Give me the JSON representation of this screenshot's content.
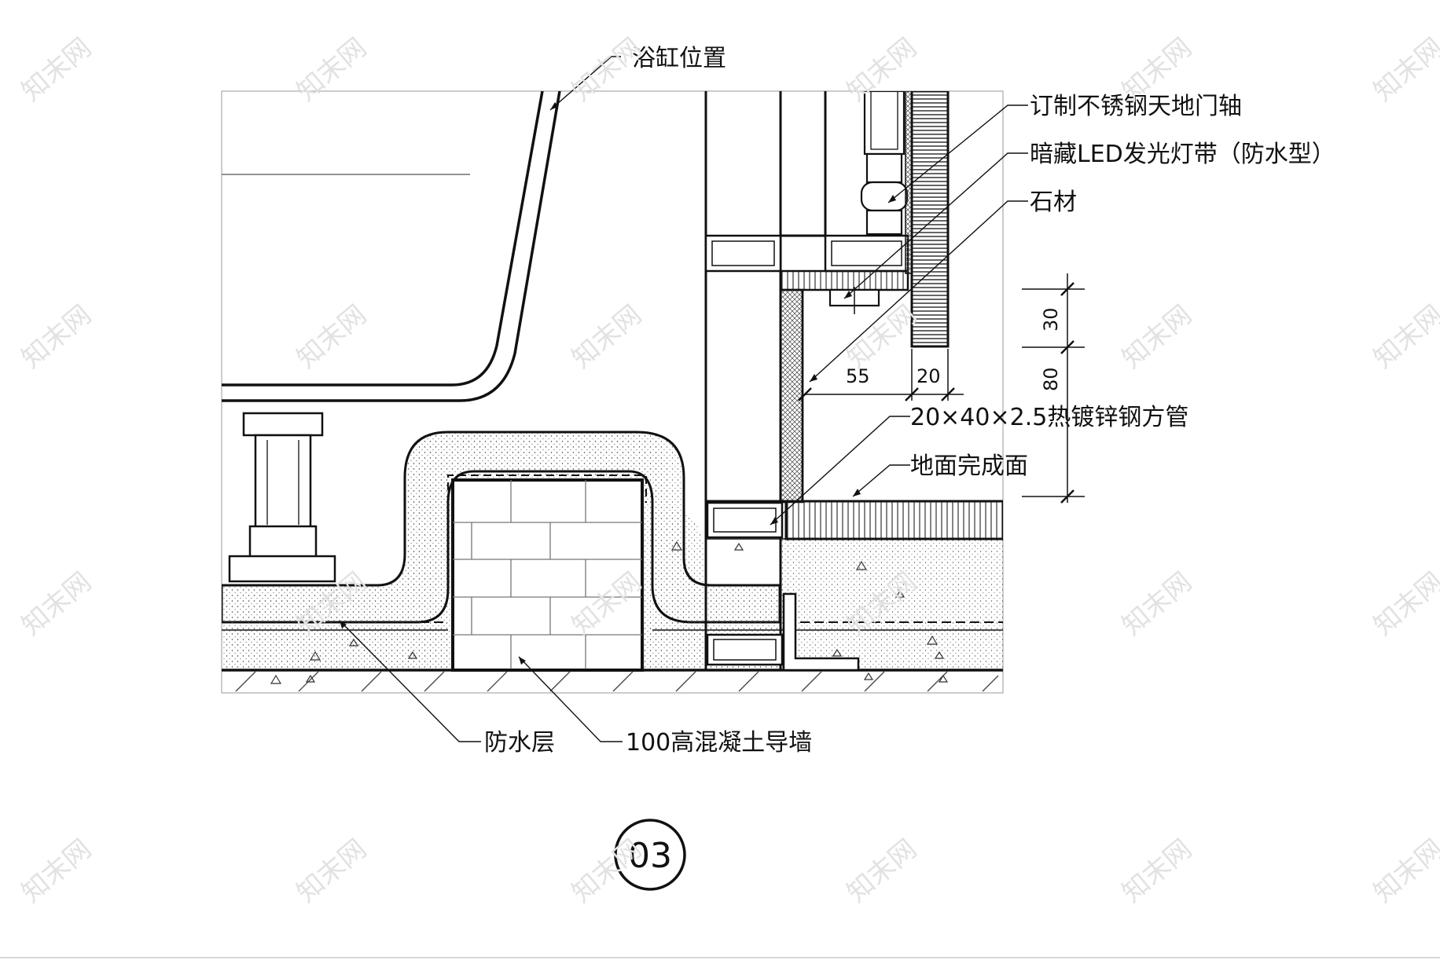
{
  "labels": {
    "tub_position": "浴缸位置",
    "door_pivot": "订制不锈钢天地门轴",
    "led_strip": "暗藏LED发光灯带（防水型）",
    "stone": "石材",
    "steel_tube": "20×40×2.5热镀锌钢方管",
    "finished_floor": "地面完成面",
    "waterproof": "防水层",
    "concrete_curb": "100高混凝土导墙"
  },
  "dimensions": {
    "d55": "55",
    "d20": "20",
    "d30": "30",
    "d80": "80"
  },
  "detail_number": "03",
  "watermark": "知末网"
}
